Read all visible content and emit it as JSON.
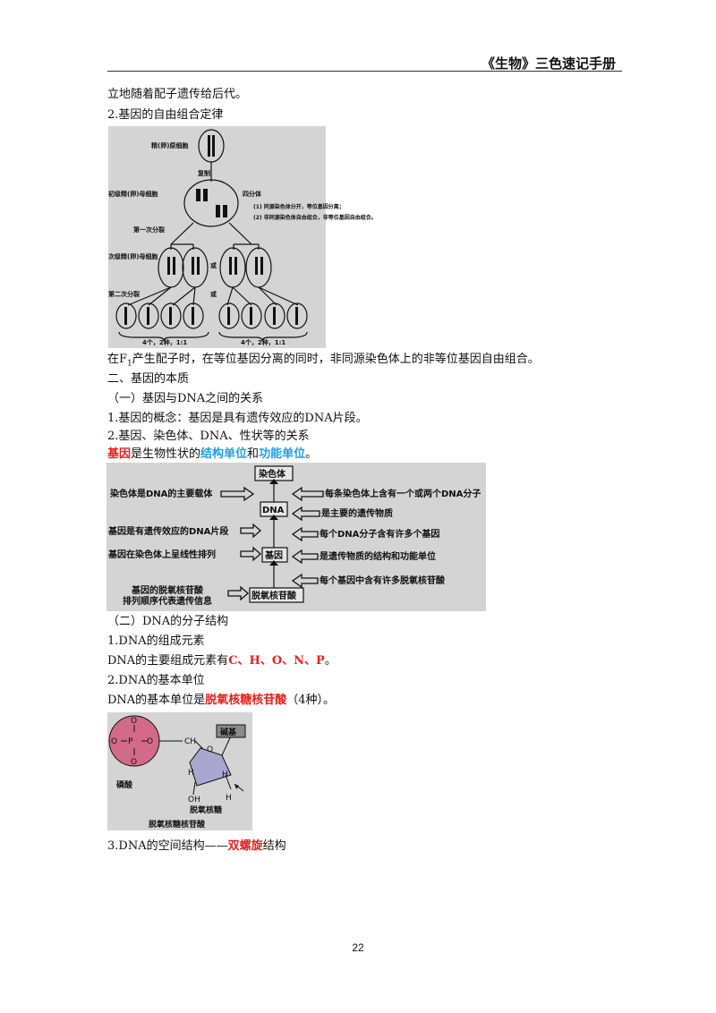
{
  "header": {
    "title": "《生物》三色速记手册"
  },
  "lines": {
    "l1": "立地随着配子遗传给后代。",
    "l2": "2.基因的自由组合定律",
    "l3_pre": "在F",
    "l3_sub": "1",
    "l3_post": "产生配子时，在等位基因分离的同时，非同源染色体上的非等位基因自由组合。",
    "l4": "二、基因的本质",
    "l5": "（一）基因与DNA之间的关系",
    "l6": "1.基因的概念：基因是具有遗传效应的DNA片段。",
    "l7": "2.基因、染色体、DNA、性状等的关系",
    "l8_a": "基因",
    "l8_b": "是生物性状的",
    "l8_c": "结构单位",
    "l8_d": "和",
    "l8_e": "功能单位",
    "l8_f": "。",
    "l9": "（二）DNA的分子结构",
    "l10": "1.DNA的组成元素",
    "l11_a": "DNA的主要组成元素有",
    "l11_b": "C、H、O、N、P",
    "l11_c": "。",
    "l12": "2.DNA的基本单位",
    "l13_a": "DNA的基本单位是",
    "l13_b": "脱氧核糖核苷酸",
    "l13_c": "（4种）。",
    "l14_a": "3.DNA的空间结构——",
    "l14_b": "双螺旋",
    "l14_c": "结构"
  },
  "fig1": {
    "cell1": "精(卵)原细胞",
    "copy": "复制",
    "cell2": "初级精(卵)母细胞",
    "tetrad": "四分体",
    "note1": "(1) 同源染色体分开，等位基因分离；",
    "note2": "(2) 非同源染色体自由组合，非等位基因自由组合。",
    "div1": "第一次分裂",
    "cell3": "次级精(卵)母细胞",
    "or1": "或",
    "div2": "第二次分裂",
    "or2": "或",
    "result1": "4个，2种，1:1",
    "result2": "4个，2种，1:1"
  },
  "fig2": {
    "chromosome": "染色体",
    "dna": "DNA",
    "gene": "基因",
    "nucleotide": "脱氧核苷酸",
    "left1": "染色体是DNA的主要载体",
    "left2": "基因是有遗传效应的DNA片段",
    "left3": "基因在染色体上呈线性排列",
    "left4a": "基因的脱氧核苷酸",
    "left4b": "排列顺序代表遗传信息",
    "right1": "每条染色体上含有一个或两个DNA分子",
    "right2": "是主要的遗传物质",
    "right3": "每个DNA分子含有许多个基因",
    "right4": "是遗传物质的结构和功能单位",
    "right5": "每个基因中含有许多脱氧核苷酸"
  },
  "fig3": {
    "base": "碱基",
    "phosphate": "磷酸",
    "sugar": "脱氧核糖",
    "caption": "脱氧核糖核苷酸"
  },
  "page_number": "22"
}
